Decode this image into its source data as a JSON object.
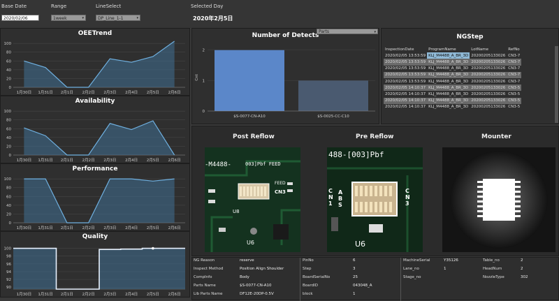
{
  "header": {
    "base_date_label": "Base Date",
    "base_date_value": "2020/02/06",
    "range_label": "Range",
    "range_value": "1week",
    "line_select_label": "LineSelect",
    "line_select_value": "DP_Line_1-1",
    "selected_day_label": "Selected Day",
    "selected_day_value": "2020年2月5日"
  },
  "dates": [
    "1月30日",
    "1月31日",
    "2月1日",
    "2月2日",
    "2月3日",
    "2月4日",
    "2月5日",
    "2月6日"
  ],
  "trend_charts": [
    {
      "key": "oee",
      "title": "OEETrend",
      "yticks": [
        0,
        20,
        40,
        60,
        80,
        100
      ],
      "ylim": [
        0,
        105
      ],
      "values": [
        60,
        45,
        0,
        0,
        65,
        57,
        70,
        105
      ],
      "style": "area"
    },
    {
      "key": "availability",
      "title": "Availability",
      "yticks": [
        0,
        20,
        40,
        60,
        80,
        100
      ],
      "ylim": [
        0,
        105
      ],
      "values": [
        62,
        44,
        0,
        0,
        72,
        58,
        78,
        0
      ],
      "style": "area"
    },
    {
      "key": "performance",
      "title": "Performance",
      "yticks": [
        0,
        20,
        40,
        60,
        80,
        100
      ],
      "ylim": [
        0,
        105
      ],
      "values": [
        100,
        100,
        0,
        0,
        100,
        100,
        95,
        100
      ],
      "style": "area"
    },
    {
      "key": "quality",
      "title": "Quality",
      "yticks": [
        90,
        92,
        94,
        96,
        98,
        100
      ],
      "ylim": [
        89.5,
        101
      ],
      "values": [
        100,
        100,
        89.5,
        89.5,
        99.7,
        99.8,
        100,
        100
      ],
      "style": "step"
    }
  ],
  "detects": {
    "title": "Number of Detects",
    "dropdown": "Parts",
    "ylabel": "Cnt",
    "yticks": [
      0,
      1,
      2
    ],
    "ylim": [
      0,
      2.2
    ],
    "bars": [
      {
        "category": "$S-0077-CN-A10",
        "value": 2,
        "color": "#5b87c9"
      },
      {
        "category": "$S-0025-CC-C10",
        "value": 1,
        "color": "#4a5a70"
      }
    ]
  },
  "ngstep": {
    "title": "NGStep",
    "columns": [
      "InspectionDate",
      "ProgramName",
      "LotName",
      "RefNo"
    ],
    "rows": [
      [
        "2020/02/05 13:53:59",
        "KLJ_M4488_A_BR_3D",
        "20200205133026",
        "CN3-7"
      ],
      [
        "2020/02/05 13:53:59",
        "KLJ_M4488_A_BR_3D",
        "20200205133026",
        "CN3-7"
      ],
      [
        "2020/02/05 13:53:59",
        "KLJ_M4488_A_BR_3D",
        "20200205133026",
        "CN3-7"
      ],
      [
        "2020/02/05 13:53:59",
        "KLJ_M4488_A_BR_3D",
        "20200205133026",
        "CN3-7"
      ],
      [
        "2020/02/05 13:53:59",
        "KLJ_M4488_A_BR_3D",
        "20200205133026",
        "CN3-7"
      ],
      [
        "2020/02/05 14:10:37",
        "KLJ_M4488_A_BR_3D",
        "20200205133026",
        "CN3-5"
      ],
      [
        "2020/02/05 14:10:37",
        "KLJ_M4488_A_BR_3D",
        "20200205133026",
        "CN3-5"
      ],
      [
        "2020/02/05 14:10:37",
        "KLJ_M4488_A_BR_3D",
        "20200205133026",
        "CN3-5"
      ],
      [
        "2020/02/05 14:10:37",
        "KLJ_M4488_A_BR_3D",
        "20200205133026",
        "CN3-5"
      ]
    ]
  },
  "images": {
    "post_reflow": "Post Reflow",
    "pre_reflow": "Pre Reflow",
    "mounter": "Mounter",
    "post_pcb_top": "-M4488-",
    "post_pcb_ref": "003]Pbf FEED",
    "post_pcb_lbls": [
      "CN3",
      "U8",
      "U6",
      "FEED"
    ],
    "pre_pcb_top": "488-[003]Pbf",
    "pre_pcb_lbls": [
      "CN1",
      "ABS",
      "CN3",
      "U6"
    ]
  },
  "details": {
    "col1": [
      {
        "k": "NG Reason",
        "v": "reserve"
      },
      {
        "k": "Inspect Method",
        "v": "Position Align Shoulder"
      },
      {
        "k": "CompInfo",
        "v": "Body"
      },
      {
        "k": "Parts Name",
        "v": "$S-0077-CN-A10"
      },
      {
        "k": "Lib Parts Name",
        "v": "DF12E-20DP-0.5V"
      }
    ],
    "col2": [
      {
        "k": "PinNo",
        "v": "6"
      },
      {
        "k": "Step",
        "v": "3"
      },
      {
        "k": "BoardSerialNo",
        "v": "25"
      },
      {
        "k": "BoardID",
        "v": "043048_A"
      },
      {
        "k": "block",
        "v": "1"
      }
    ],
    "col3": [
      {
        "k": "MachineSerial",
        "v": "Y35126"
      },
      {
        "k": "Lane_no",
        "v": "1"
      },
      {
        "k": "Stage_no",
        "v": ""
      }
    ],
    "col4": [
      {
        "k": "Table_no",
        "v": "2"
      },
      {
        "k": "HeadNum",
        "v": "2"
      },
      {
        "k": "NozzleType",
        "v": "302"
      }
    ]
  }
}
